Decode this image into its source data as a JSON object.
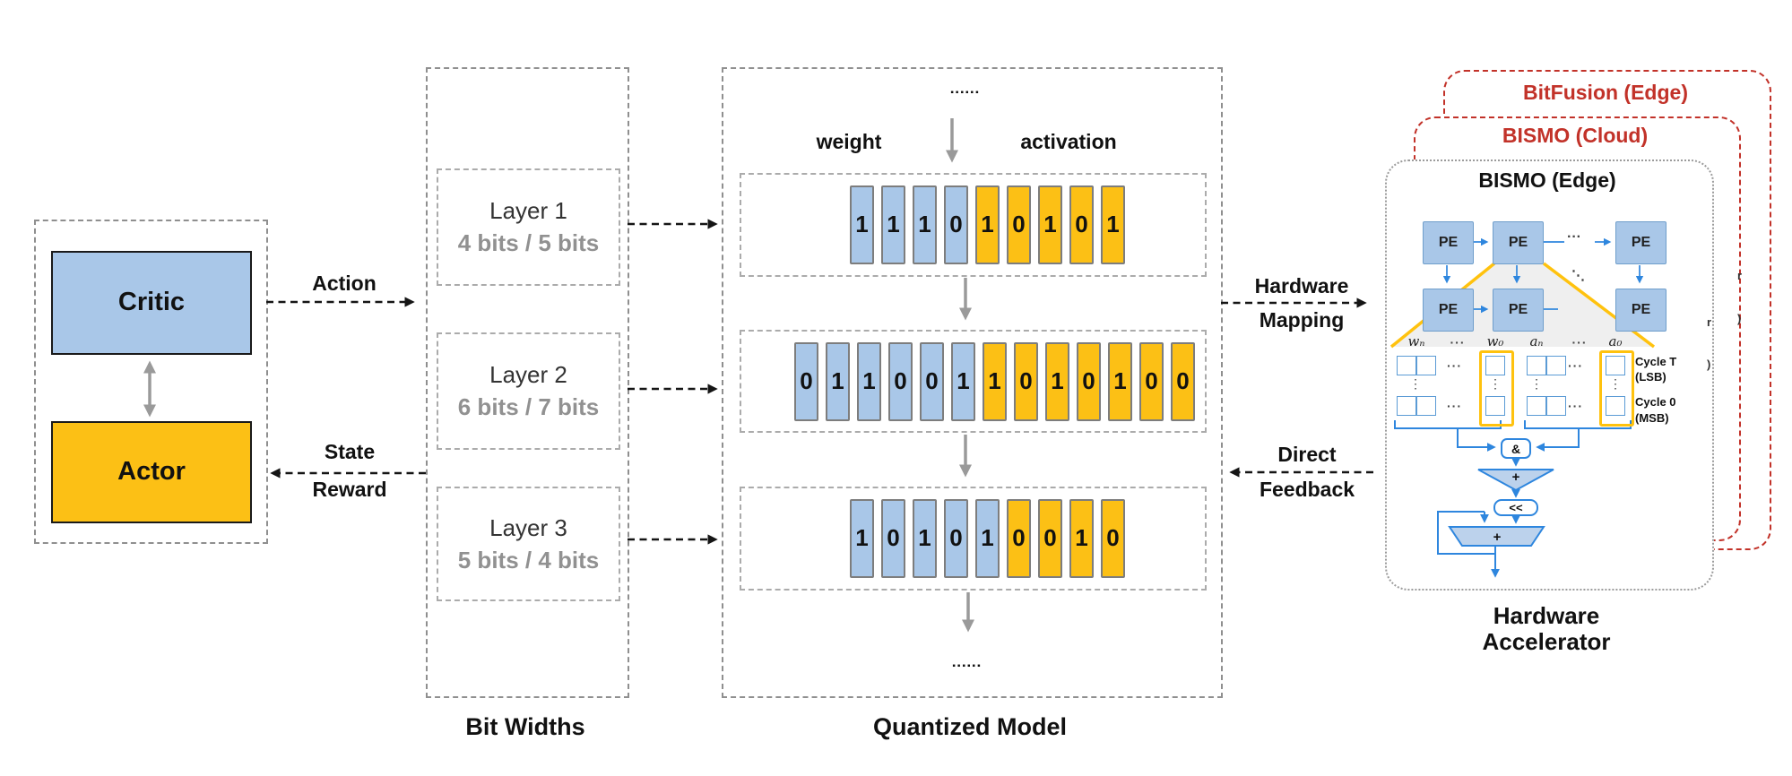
{
  "agent": {
    "critic_label": "Critic",
    "actor_label": "Actor"
  },
  "arrows": {
    "action": "Action",
    "state": "State",
    "reward": "Reward",
    "hardware": "Hardware",
    "mapping": "Mapping",
    "direct": "Direct",
    "feedback": "Feedback"
  },
  "bit_widths": {
    "caption": "Bit Widths",
    "layers": [
      {
        "name": "Layer 1",
        "bits": "4 bits / 5 bits"
      },
      {
        "name": "Layer 2",
        "bits": "6 bits / 7 bits"
      },
      {
        "name": "Layer 3",
        "bits": "5 bits / 4 bits"
      }
    ]
  },
  "quantized_model": {
    "caption": "Quantized Model",
    "weight_label": "weight",
    "activation_label": "activation",
    "rows": [
      {
        "weight_bits": [
          "1",
          "1",
          "1",
          "0"
        ],
        "activation_bits": [
          "1",
          "0",
          "1",
          "0",
          "1"
        ]
      },
      {
        "weight_bits": [
          "0",
          "1",
          "1",
          "0",
          "0",
          "1"
        ],
        "activation_bits": [
          "1",
          "0",
          "1",
          "0",
          "1",
          "0",
          "0"
        ]
      },
      {
        "weight_bits": [
          "1",
          "0",
          "1",
          "0",
          "1"
        ],
        "activation_bits": [
          "0",
          "0",
          "1",
          "0"
        ]
      }
    ]
  },
  "accelerator": {
    "caption_line1": "Hardware",
    "caption_line2": "Accelerator",
    "cards": {
      "back": "BitFusion (Edge)",
      "middle": "BISMO (Cloud)",
      "front": "BISMO (Edge)"
    },
    "pe_label": "PE",
    "operand_labels": {
      "w_n": "wₙ",
      "w_0": "w₀",
      "a_n": "aₙ",
      "a_0": "a₀"
    },
    "cycle_labels": {
      "t1": "Cycle T",
      "t2": "(LSB)",
      "z1": "Cycle 0",
      "z2": "(MSB)"
    },
    "ops": {
      "and": "&",
      "adder": "+",
      "shifter": "<<",
      "accumulator": "+"
    },
    "clipped_fragments": [
      "r",
      ")",
      "r",
      ")"
    ]
  },
  "glyphs": {
    "ellipsis_squares": "▪▪▪▪▪▪",
    "hdots": "···",
    "vdots": "⋮",
    "ddots": "⋱"
  },
  "colors": {
    "weight_cell": "#A9C7E8",
    "activation_cell": "#FCC015",
    "critic_fill": "#A9C7E8",
    "actor_fill": "#FCC015",
    "accent_red": "#C23229",
    "circuit_blue": "#2E86DE",
    "funnel_yellow": "#FFC20E",
    "gray_arrow": "#9A9A9A"
  }
}
